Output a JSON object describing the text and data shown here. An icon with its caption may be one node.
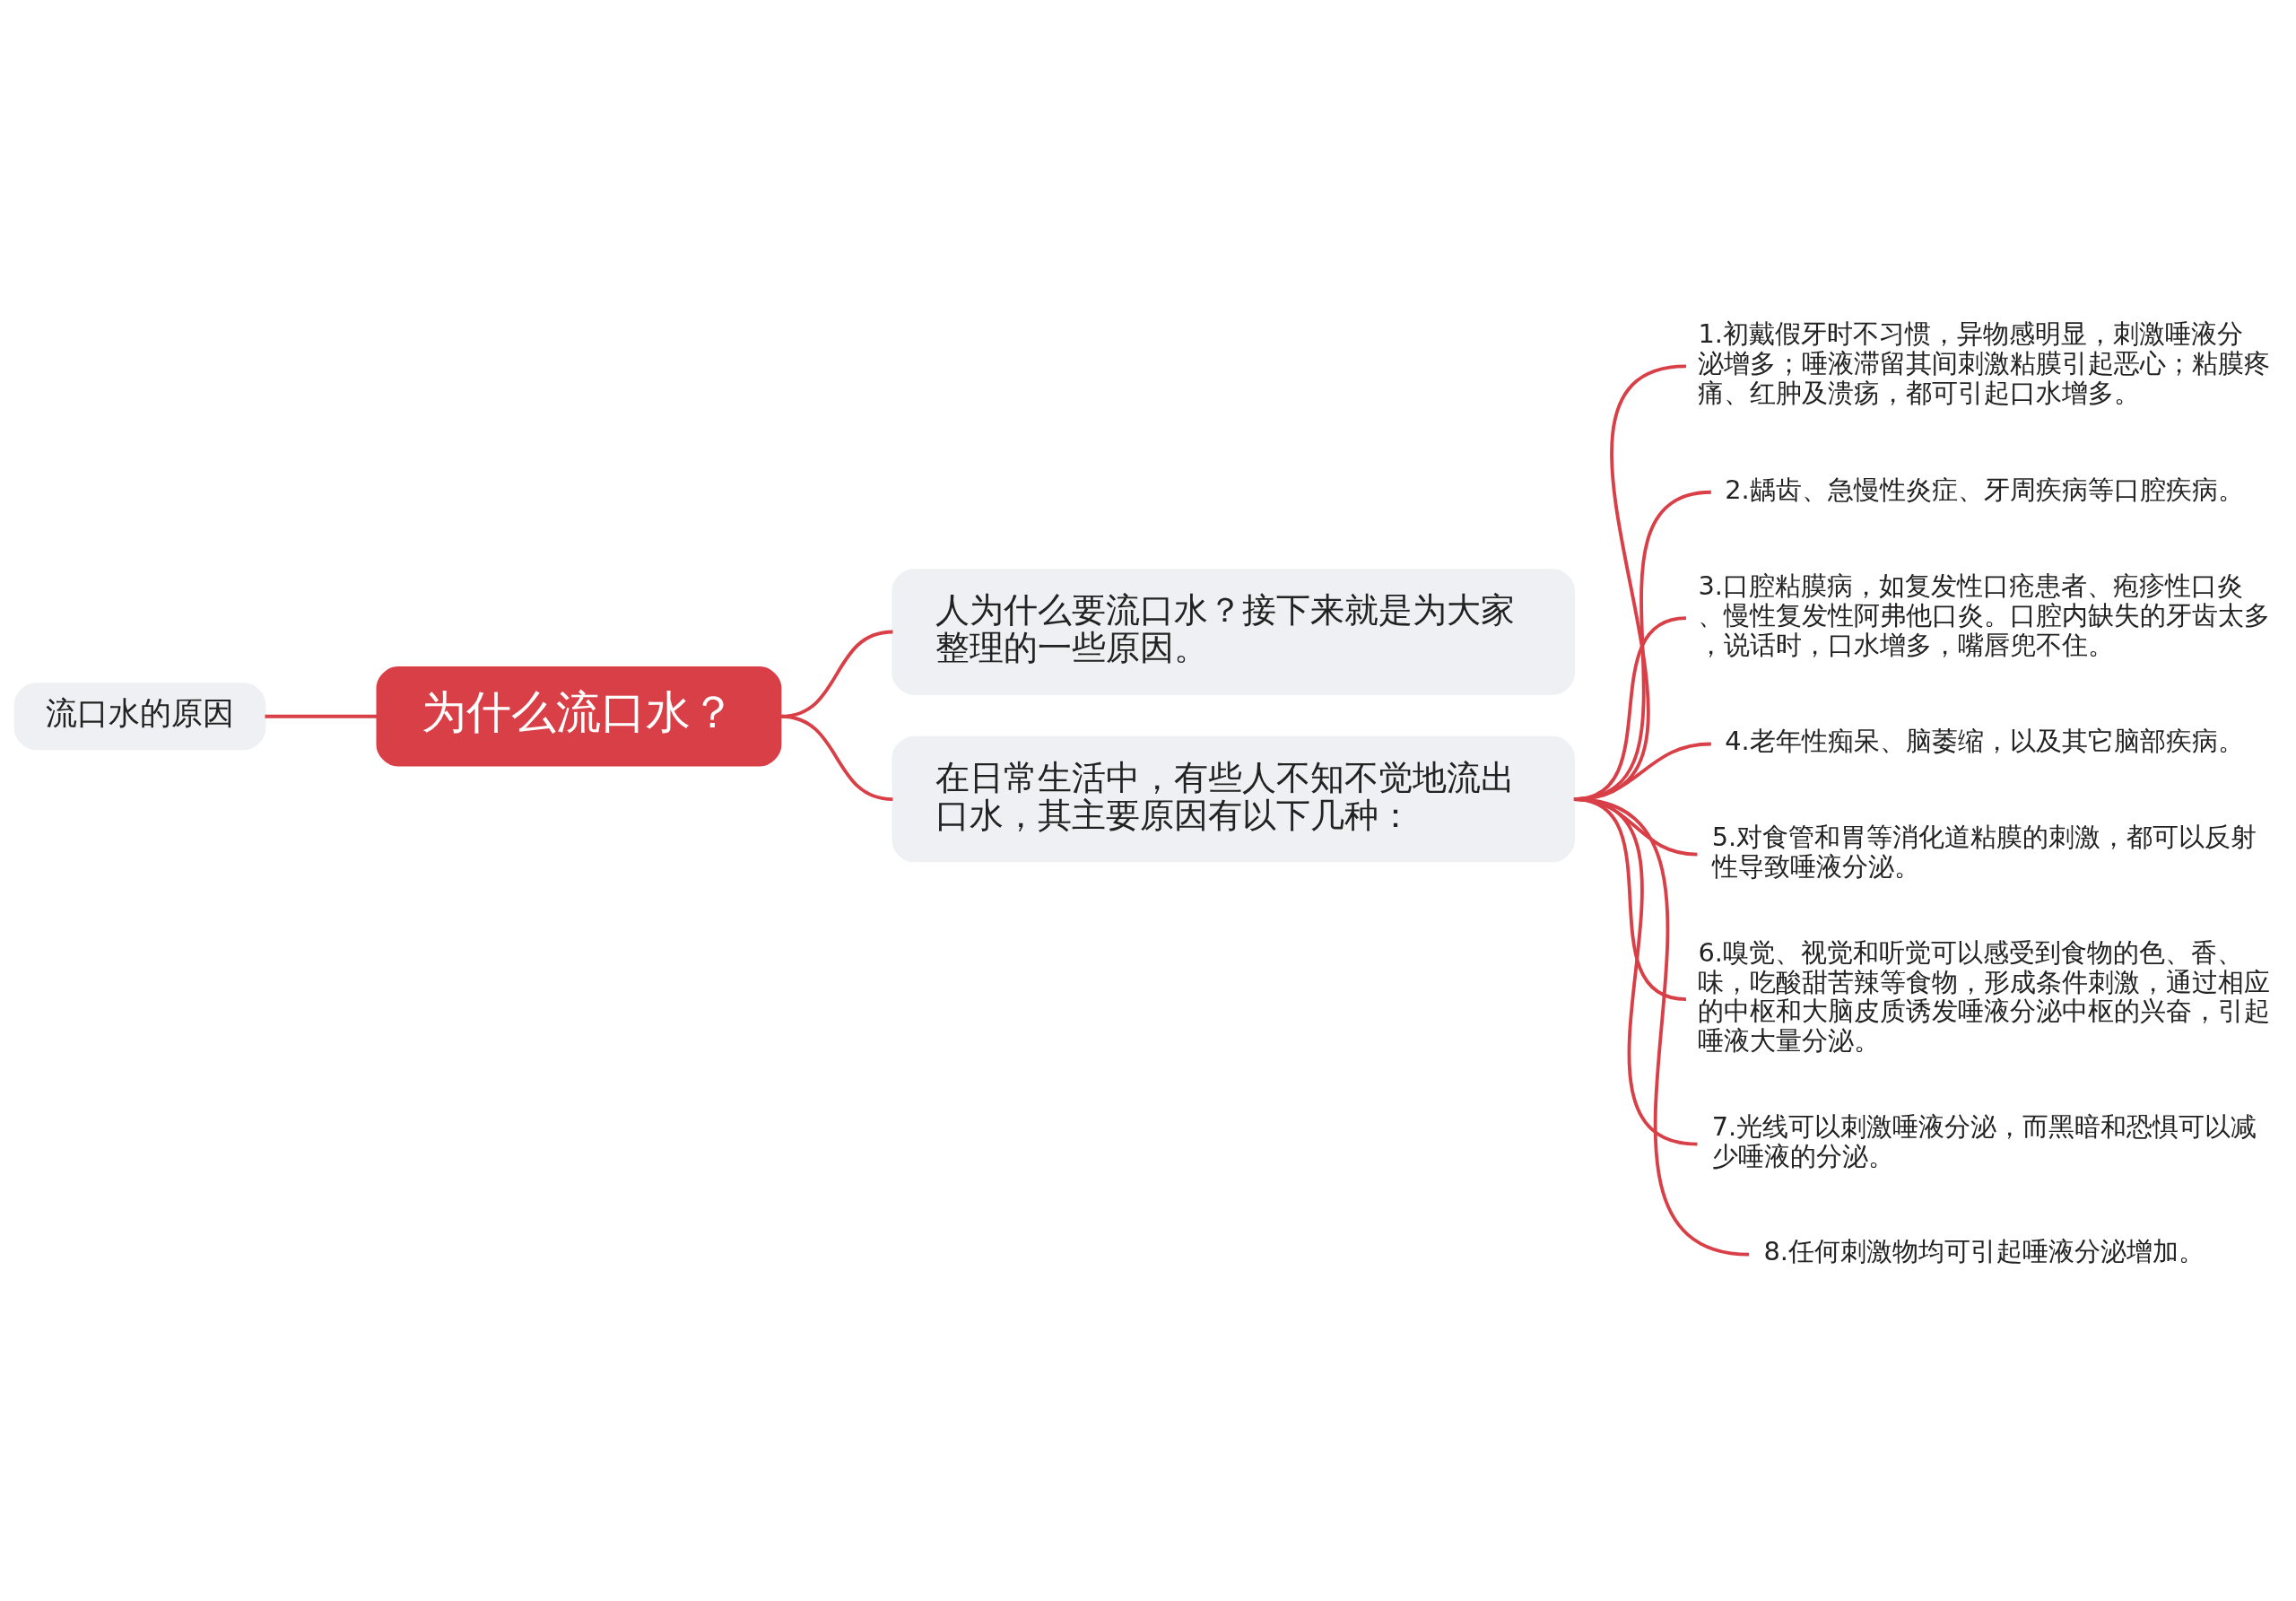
{
  "diagram": {
    "nodes": [
      {
        "text": [
          "流口水的原因"
        ]
      },
      {
        "text": [
          "为什么流口水？"
        ]
      },
      {
        "text": [
          "人为什么要流口水？接下来就是为大家整理的一些原因。"
        ]
      },
      {
        "text": [
          "在日常生活中，有些人不知不觉地流出口水，其主要原因有以下几种："
        ]
      },
      {
        "text": [
          "1.初戴假牙时不习惯，异物感明显，刺激唾液分泌增多；唾液滞留其间刺激粘膜引起恶心；粘膜疼痛、红肿及溃疡，都可引起口水增多。"
        ]
      },
      {
        "text": [
          "2.龋齿、急慢性炎症、牙周疾病等口腔疾病。"
        ]
      },
      {
        "text": [
          "3.口腔粘膜病，如复发性口疮患者、疱疹性口炎、慢性复发性阿弗他口炎。口腔内缺失的牙齿太多，说话时，口水增多，嘴唇兜不住。"
        ]
      },
      {
        "text": [
          "4.老年性痴呆、脑萎缩，以及其它脑部疾病。"
        ]
      },
      {
        "text": [
          "5.对食管和胃等消化道粘膜的刺激，都可以反射性导致唾液分泌。"
        ]
      },
      {
        "text": [
          "6.嗅觉、视觉和听觉可以感受到食物的色、香、味，吃酸甜苦辣等食物，形成条件刺激，通过相应的中枢和大脑皮质诱发唾液分泌中枢的兴奋，引起唾液大量分泌。"
        ]
      },
      {
        "text": [
          "7.光线可以刺激唾液分泌，而黑暗和恐惧可以减少唾液的分泌。"
        ]
      },
      {
        "text": [
          "8.任何刺激物均可引起唾液分泌增加。"
        ]
      }
    ],
    "edges": [
      {
        "from": 0,
        "to": 1,
        "arrow": "none"
      },
      {
        "from": 1,
        "to": 2,
        "arrow": "none"
      },
      {
        "from": 1,
        "to": 3,
        "arrow": "none"
      },
      {
        "from": 3,
        "to": 4,
        "arrow": "none"
      },
      {
        "from": 3,
        "to": 5,
        "arrow": "none"
      },
      {
        "from": 3,
        "to": 6,
        "arrow": "none"
      },
      {
        "from": 3,
        "to": 7,
        "arrow": "none"
      },
      {
        "from": 3,
        "to": 8,
        "arrow": "none"
      },
      {
        "from": 3,
        "to": 9,
        "arrow": "none"
      },
      {
        "from": 3,
        "to": 10,
        "arrow": "none"
      },
      {
        "from": 3,
        "to": 11,
        "arrow": "none"
      }
    ]
  }
}
